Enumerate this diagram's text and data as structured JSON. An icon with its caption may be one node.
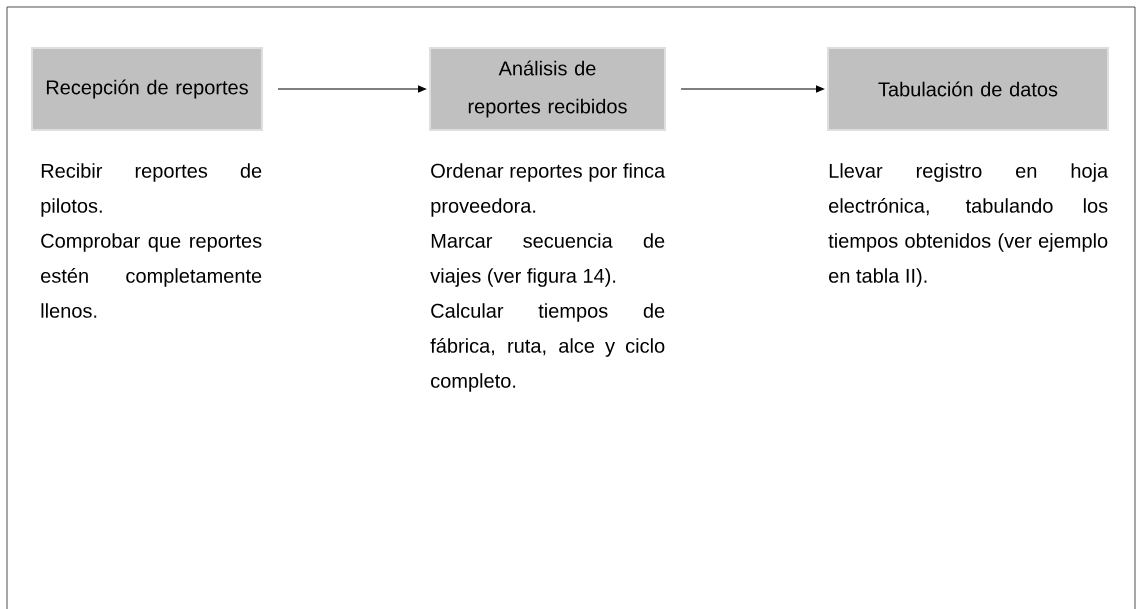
{
  "diagram": {
    "nodes": [
      {
        "text": [
          "Recepción de reportes"
        ],
        "beside": [
          "Recibir reportes de pilotos.",
          "Comprobar que reportes estén completamente llenos."
        ]
      },
      {
        "text": [
          "Análisis de reportes recibidos"
        ],
        "beside": [
          "Ordenar reportes por finca proveedora.",
          "Marcar secuencia de viajes (ver figura 14).",
          "Calcular tiempos de fábrica, ruta, alce y ciclo completo."
        ]
      },
      {
        "text": [
          "Tabulación de datos"
        ],
        "beside": [
          "Llevar registro en hoja electrónica, tabulando los tiempos obtenidos (ver ejemplo en tabla II)."
        ]
      }
    ],
    "edges": [
      {
        "from": 0,
        "to": 1,
        "arrow": "to"
      },
      {
        "from": 1,
        "to": 2,
        "arrow": "to"
      }
    ]
  }
}
